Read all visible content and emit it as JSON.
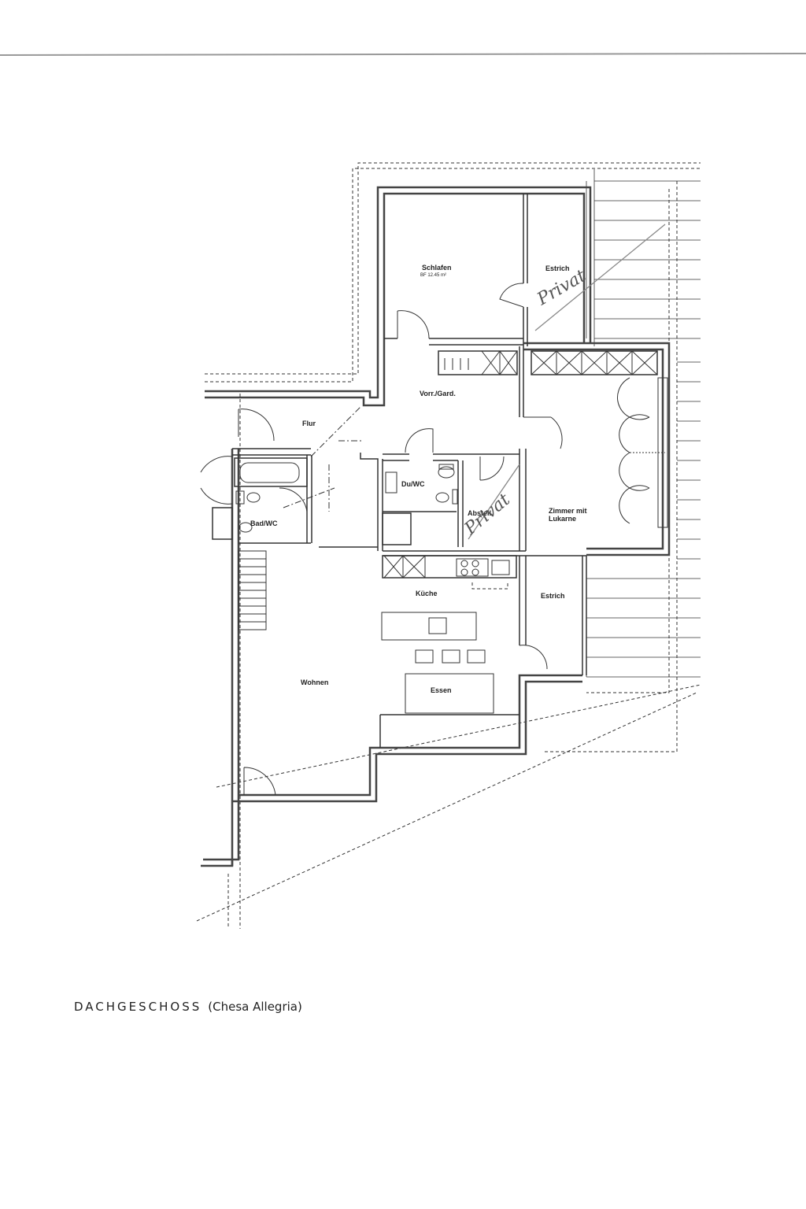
{
  "caption": {
    "title": "DACHGESCHOSS",
    "subtitle": "(Chesa Allegria)"
  },
  "rooms": {
    "schlafen": "Schlafen",
    "schlafen_area": "BF 12.45 m²",
    "estrich_top": "Estrich",
    "vorr": "Vorr./Gard.",
    "flur": "Flur",
    "duwc": "Du/WC",
    "badwc": "Bad/WC",
    "abstell": "Abstell.",
    "zimmer_line1": "Zimmer mit",
    "zimmer_line2": "Lukarne",
    "kueche": "Küche",
    "estrich_right": "Estrich",
    "wohnen": "Wohnen",
    "essen": "Essen"
  },
  "annotations": {
    "privat_1": "Privat",
    "privat_2": "Privat"
  },
  "colors": {
    "wall": "#555555",
    "line": "#333333",
    "pencil": "#888888"
  }
}
